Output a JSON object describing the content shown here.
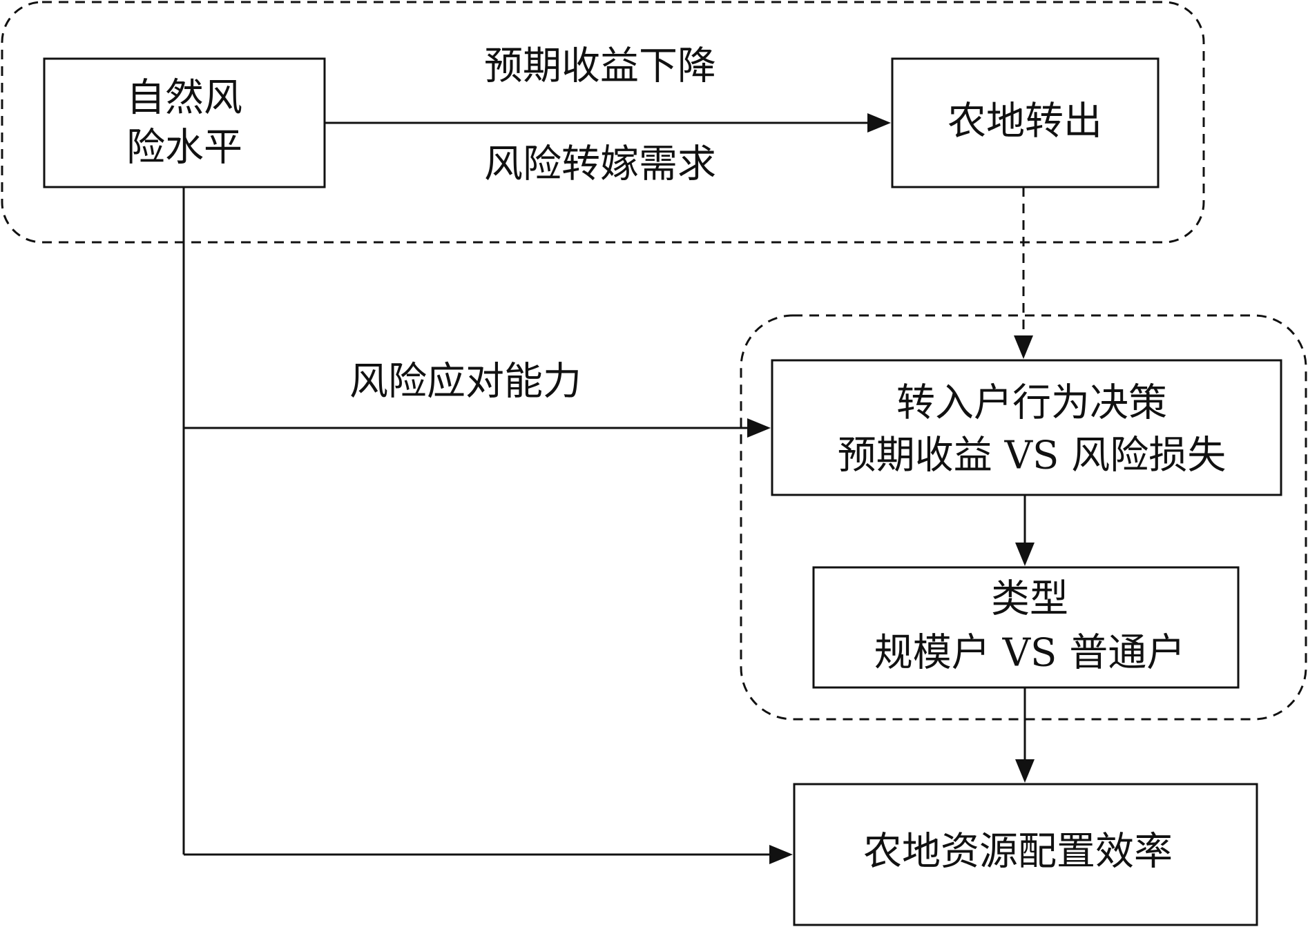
{
  "nodes": {
    "natural_risk": [
      "自然风",
      "险水平"
    ],
    "farmland_transfer_out": [
      "农地转出"
    ],
    "transferee_decision": [
      "转入户行为决策",
      "预期收益 VS 风险损失"
    ],
    "type": [
      "类型",
      "规模户 VS 普通户"
    ],
    "allocation_efficiency": [
      "农地资源配置效率"
    ]
  },
  "edges": {
    "expected_income_decline": "预期收益下降",
    "risk_transfer_demand": "风险转嫁需求",
    "risk_coping_capacity": "风险应对能力"
  }
}
